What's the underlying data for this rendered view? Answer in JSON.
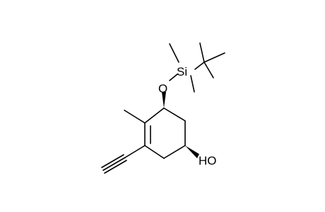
{
  "molecule": {
    "atoms": {
      "oxygen_ether": "O",
      "silicon": "Si",
      "hydroxyl": "HO"
    },
    "colors": {
      "bond": "#000000",
      "label": "#000000",
      "background": "#ffffff"
    }
  }
}
